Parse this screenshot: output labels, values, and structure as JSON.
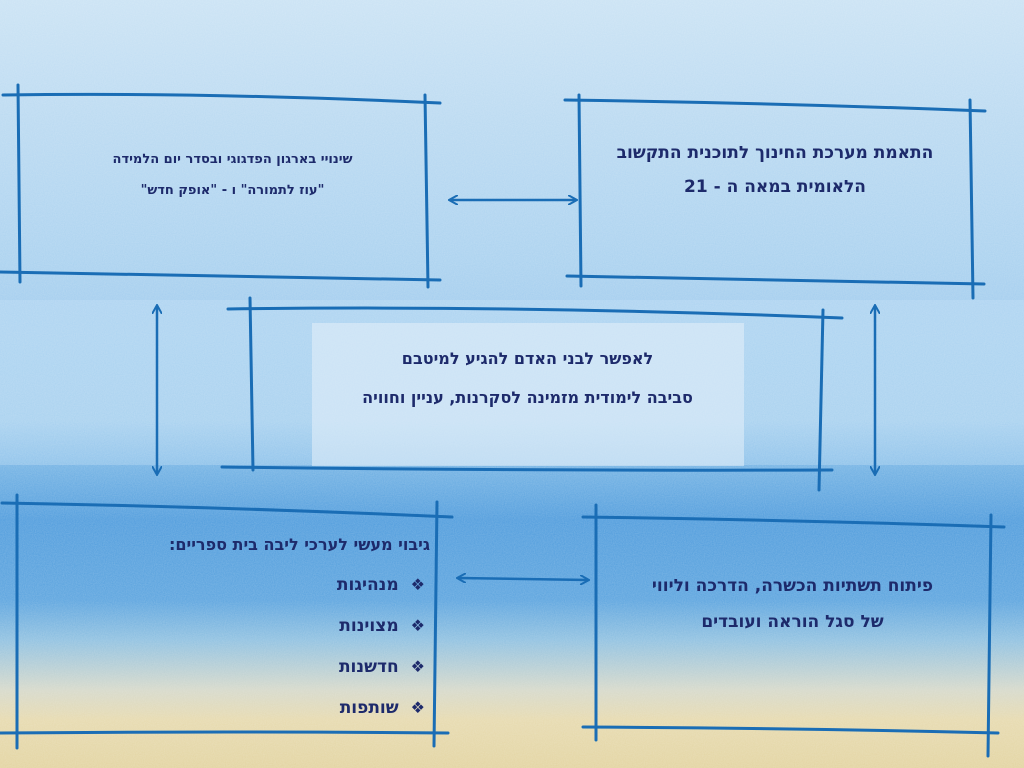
{
  "boxes": {
    "top_right": {
      "line1": "התאמת מערכת החינוך לתוכנית התקשוב",
      "line2": "הלאומית במאה ה - 21"
    },
    "top_left": {
      "line1": "שינויי בארגון הפדגוגי ובסדר יום הלמידה",
      "line2": "\"עוז לתמורה\" ו - \"אופק חדש\""
    },
    "center": {
      "line1": "לאפשר לבני האדם להגיע למיטבם",
      "line2": "סביבה לימודית מזמינה לסקרנות, עניין וחוויה"
    },
    "bottom_right": {
      "line1": "פיתוח תשתיות הכשרה, הדרכה וליווי",
      "line2": "של סגל הוראה ועובדים"
    },
    "bottom_left": {
      "title": "גיבוי מעשי לערכי ליבה בית ספריים:",
      "bullet_icon": "diamond-bullet-icon",
      "items": [
        "מנהיגות",
        "מצוינות",
        "חדשנות",
        "שותפות"
      ]
    }
  },
  "colors": {
    "line": "#1a6db5",
    "text": "#1d2a6b"
  }
}
